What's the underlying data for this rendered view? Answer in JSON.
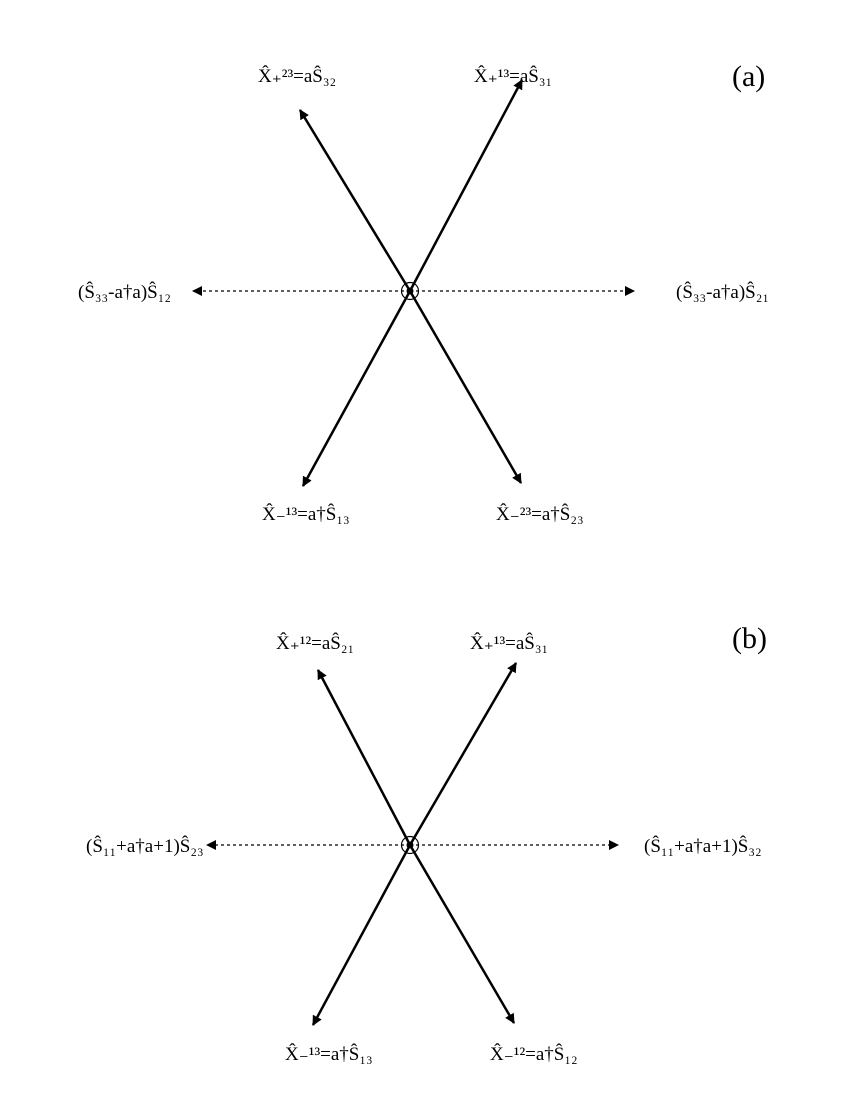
{
  "panels": [
    {
      "id": "a",
      "label": "(a)",
      "up_left": {
        "text": "X̂₊²³=aŜ₃₂"
      },
      "up_right": {
        "text": "X̂₊¹³=aŜ₃₁"
      },
      "left": {
        "text": "(Ŝ₃₃-a†a)Ŝ₁₂"
      },
      "right": {
        "text": "(Ŝ₃₃-a†a)Ŝ₂₁"
      },
      "down_left": {
        "text": "X̂₋¹³=a†Ŝ₁₃"
      },
      "down_right": {
        "text": "X̂₋²³=a†Ŝ₂₃"
      }
    },
    {
      "id": "b",
      "label": "(b)",
      "up_left": {
        "text": "X̂₊¹²=aŜ₂₁"
      },
      "up_right": {
        "text": "X̂₊¹³=aŜ₃₁"
      },
      "left": {
        "text": "(Ŝ₁₁+a†a+1)Ŝ₂₃"
      },
      "right": {
        "text": "(Ŝ₁₁+a†a+1)Ŝ₃₂"
      },
      "down_left": {
        "text": "X̂₋¹³=a†Ŝ₁₃"
      },
      "down_right": {
        "text": "X̂₋¹²=a†Ŝ₁₂"
      }
    }
  ]
}
